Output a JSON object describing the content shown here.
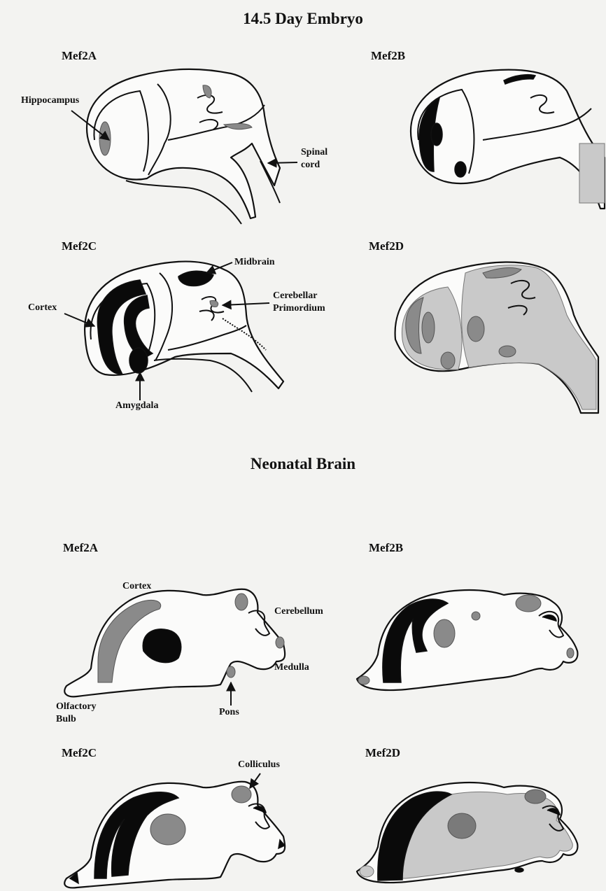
{
  "titles": {
    "embryo": "14.5 Day Embryo",
    "neonatal": "Neonatal Brain"
  },
  "embryo_panels": {
    "a": "Mef2A",
    "b": "Mef2B",
    "c": "Mef2C",
    "d": "Mef2D"
  },
  "neonatal_panels": {
    "a": "Mef2A",
    "b": "Mef2B",
    "c": "Mef2C",
    "d": "Mef2D"
  },
  "annotations": {
    "hippocampus": "Hippocampus",
    "spinal_cord_1": "Spinal",
    "spinal_cord_2": "cord",
    "midbrain": "Midbrain",
    "cerebellar_1": "Cerebellar",
    "cerebellar_2": "Primordium",
    "cortex_embryo": "Cortex",
    "amygdala": "Amygdala",
    "cortex_neonatal": "Cortex",
    "cerebellum": "Cerebellum",
    "medulla": "Medulla",
    "olfactory_1": "Olfactory",
    "olfactory_2": "Bulb",
    "pons": "Pons",
    "colliculus": "Colliculus"
  },
  "colors": {
    "dark_expression": "#0a0a0a",
    "medium_expression": "#8a8a8a",
    "light_expression": "#c9c9c9"
  }
}
